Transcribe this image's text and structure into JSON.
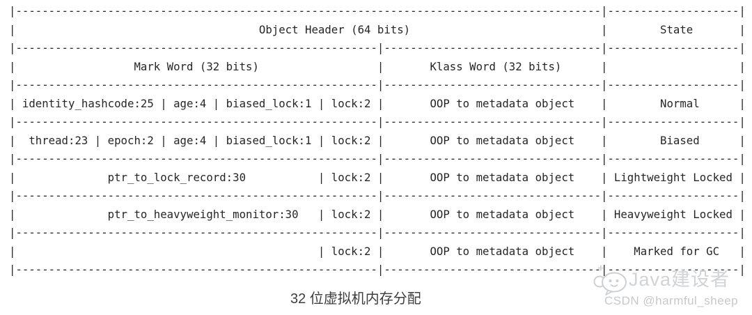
{
  "diagram": {
    "caption": "32 位虚拟机内存分配",
    "colors": {
      "background": "#ffffff",
      "table_text": "#262626",
      "caption_text": "#3d3d3d",
      "watermark_gray": "#c7cbcf"
    }
  },
  "table": {
    "title": "Object Header (64 bits)",
    "column_headers": [
      "Mark Word (32 bits)",
      "Klass Word (32 bits)",
      "State"
    ],
    "rows": [
      {
        "mark_word": "identity_hashcode:25 | age:4 | biased_lock:1 | lock:2",
        "klass_word": "OOP to metadata object",
        "state": "Normal"
      },
      {
        "mark_word": "thread:23 | epoch:2 | age:4 | biased_lock:1 | lock:2",
        "klass_word": "OOP to metadata object",
        "state": "Biased"
      },
      {
        "mark_word": "ptr_to_lock_record:30 | lock:2",
        "klass_word": "OOP to metadata object",
        "state": "Lightweight Locked"
      },
      {
        "mark_word": "ptr_to_heavyweight_monitor:30 | lock:2",
        "klass_word": "OOP to metadata object",
        "state": "Heavyweight Locked"
      },
      {
        "mark_word": "| lock:2",
        "klass_word": "OOP to metadata object",
        "state": "Marked for GC"
      }
    ]
  },
  "watermark": {
    "brand": "Java建设者",
    "source": "CSDN @harmful_sheep",
    "logo_icon": "sheep-chat-bubble-icon"
  },
  "ascii": {
    "lines": [
      "|-----------------------------------------------------------------------------------------|--------------------|",
      "|                                     Object Header (64 bits)                             |        State       |",
      "|-------------------------------------------------------|---------------------------------|--------------------|",
      "|                  Mark Word (32 bits)                  |       Klass Word (32 bits)      |                    |",
      "|-------------------------------------------------------|---------------------------------|--------------------|",
      "| identity_hashcode:25 | age:4 | biased_lock:1 | lock:2 |       OOP to metadata object    |        Normal      |",
      "|-------------------------------------------------------|---------------------------------|--------------------|",
      "|  thread:23 | epoch:2 | age:4 | biased_lock:1 | lock:2 |       OOP to metadata object    |        Biased      |",
      "|-------------------------------------------------------|---------------------------------|--------------------|",
      "|              ptr_to_lock_record:30           | lock:2 |       OOP to metadata object    | Lightweight Locked |",
      "|-------------------------------------------------------|---------------------------------|--------------------|",
      "|              ptr_to_heavyweight_monitor:30   | lock:2 |       OOP to metadata object    | Heavyweight Locked |",
      "|-------------------------------------------------------|---------------------------------|--------------------|",
      "|                                              | lock:2 |       OOP to metadata object    |    Marked for GC   |",
      "|-------------------------------------------------------|---------------------------------|--------------------|"
    ]
  }
}
